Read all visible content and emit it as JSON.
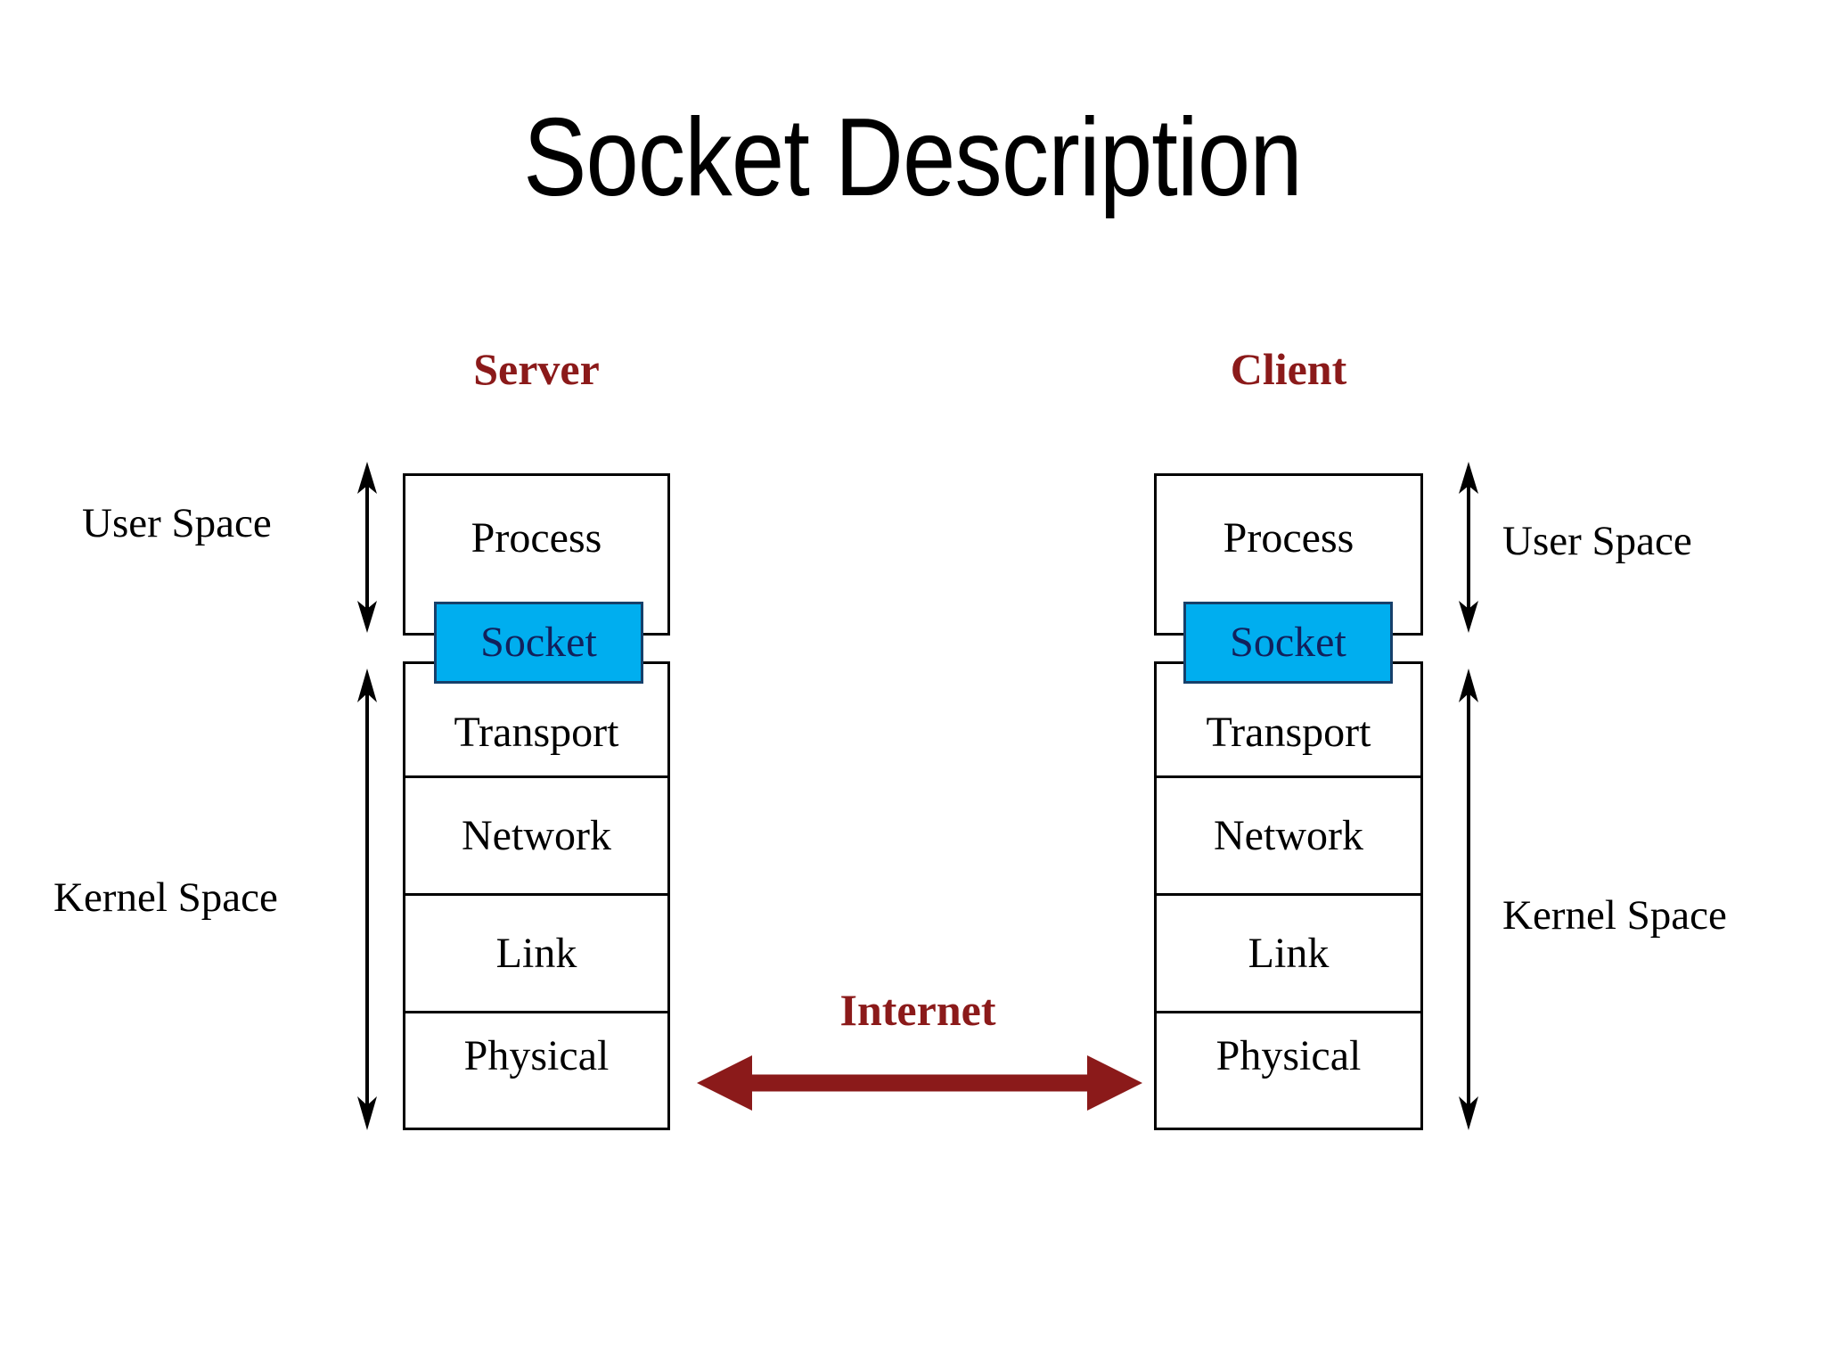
{
  "slide": {
    "title": "Socket Description",
    "background_color": "#FFFFFF"
  },
  "colors": {
    "heading_red": "#8B1A1A",
    "socket_fill": "#00AEEF",
    "socket_border": "#16406B",
    "socket_text": "#12215C",
    "box_border": "#000000",
    "text": "#000000"
  },
  "server": {
    "heading": "Server",
    "process_label": "Process",
    "socket_label": "Socket",
    "kernel_layers": [
      "Transport",
      "Network",
      "Link",
      "Physical"
    ],
    "user_space_label": "User Space",
    "kernel_space_label": "Kernel Space"
  },
  "client": {
    "heading": "Client",
    "process_label": "Process",
    "socket_label": "Socket",
    "kernel_layers": [
      "Transport",
      "Network",
      "Link",
      "Physical"
    ],
    "user_space_label": "User Space",
    "kernel_space_label": "Kernel Space"
  },
  "connector": {
    "label": "Internet",
    "direction": "bidirectional"
  }
}
